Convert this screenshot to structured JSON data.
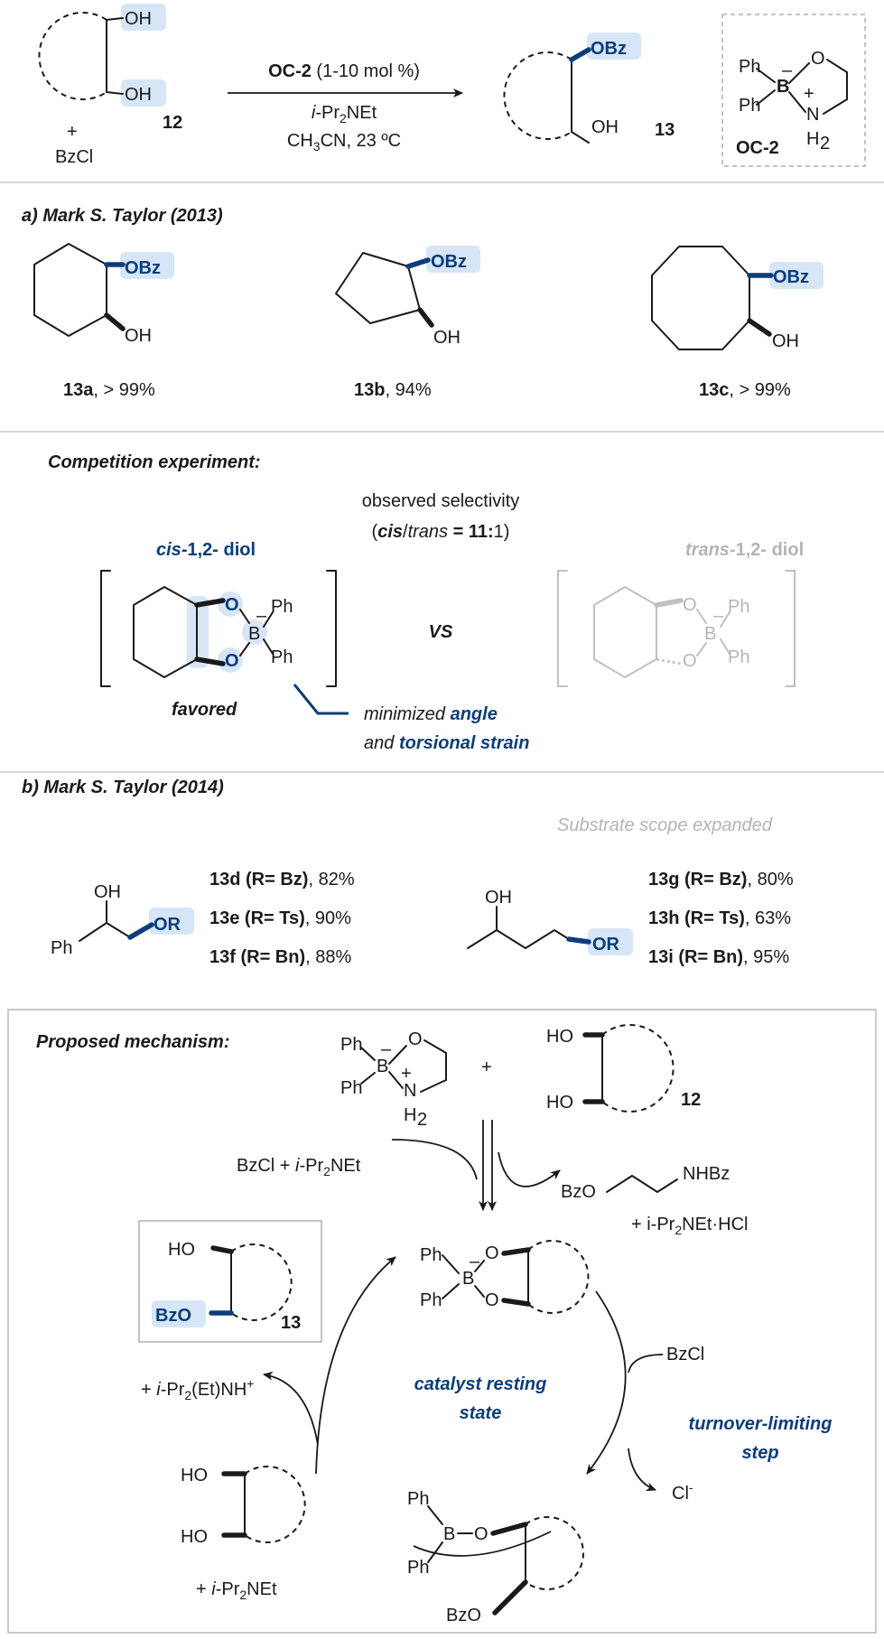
{
  "colors": {
    "accent": "#0b3d7a",
    "highlight": "#d6e6f7",
    "faded": "#b4b4b4"
  },
  "top": {
    "oh1": "OH",
    "oh2": "OH",
    "num12": "12",
    "plus": "+",
    "bzcl": "BzCl",
    "cat_label": "OC-2",
    "cat_loading": " (1-10 mol %)",
    "base_i": "i",
    "base_rest": "-Pr",
    "base_sub": "2",
    "base_end": "NEt",
    "solvent_a": "CH",
    "solvent_sub": "3",
    "solvent_b": "CN, 23 ºC",
    "obz": "OBz",
    "oh_prod": "OH",
    "num13": "13",
    "oc2_ph1": "Ph",
    "oc2_ph2": "Ph",
    "oc2_b": "B",
    "oc2_minus": "–",
    "oc2_o": "O",
    "oc2_n": "N",
    "oc2_plus": "+",
    "oc2_h": "H",
    "oc2_hsub": "2",
    "oc2_label": "OC-2"
  },
  "section_a": {
    "title": "a) Mark S. Taylor (2013)",
    "items": [
      {
        "label": "13a",
        "yield": ", > 99%",
        "obz": "OBz",
        "oh": "OH"
      },
      {
        "label": "13b",
        "yield": ", 94%",
        "obz": "OBz",
        "oh": "OH"
      },
      {
        "label": "13c",
        "yield": ", > 99%",
        "obz": "OBz",
        "oh": "OH"
      }
    ]
  },
  "competition": {
    "title": "Competition experiment:",
    "observed": "observed selectivity",
    "ratio_open": "(",
    "ratio_cis": "cis",
    "ratio_slash": "/",
    "ratio_trans": "trans",
    "ratio_eq": " = ",
    "ratio_val": "11:",
    "ratio_close": "1)",
    "cis_it": "cis",
    "cis_rest": "-1,2- diol",
    "trans_it": "trans",
    "trans_rest": "-1,2- diol",
    "vs": "VS",
    "favored": "favored",
    "note1_a": "minimized ",
    "note1_b": "angle",
    "note2_a": "and ",
    "note2_b": "torsional strain",
    "o": "O",
    "b": "B",
    "minus": "–",
    "ph": "Ph"
  },
  "section_b": {
    "title": "b) Mark S. Taylor (2014)",
    "subtitle": "Substrate scope expanded",
    "oh": "OH",
    "ph": "Ph",
    "or": "OR",
    "left": [
      {
        "code": "13d (R= Bz)",
        "yield": ", 82%"
      },
      {
        "code": "13e (R= Ts)",
        "yield": ", 90%"
      },
      {
        "code": "13f (R= Bn)",
        "yield": ", 88%"
      }
    ],
    "right": [
      {
        "code": "13g (R= Bz)",
        "yield": ", 80%"
      },
      {
        "code": "13h (R= Ts)",
        "yield": ", 63%"
      },
      {
        "code": "13i (R= Bn)",
        "yield": ", 95%"
      }
    ]
  },
  "mechanism": {
    "title": "Proposed mechanism:",
    "ph": "Ph",
    "b": "B",
    "o": "O",
    "n": "N",
    "h": "H",
    "hsub": "2",
    "minus": "–",
    "plusc": "+",
    "plus": "+",
    "ho": "HO",
    "num12": "12",
    "num13": "13",
    "bzo": "BzO",
    "reagent_a": "BzCl + ",
    "reagent_i": "i",
    "reagent_b": "-Pr",
    "reagent_sub": "2",
    "reagent_c": "NEt",
    "byprod1": "BzO",
    "byprod1b": "NHBz",
    "byprod2_a": "+ i-Pr",
    "byprod2_sub": "2",
    "byprod2_b": "NEt·HCl",
    "resting1": "catalyst resting",
    "resting2": "state",
    "tls1": "turnover-limiting",
    "tls2": "step",
    "bzcl": "BzCl",
    "cl": "Cl",
    "clminus": "-",
    "amm_a": "+ ",
    "amm_i": "i",
    "amm_b": "-Pr",
    "amm_sub": "2",
    "amm_c": "(Et)NH",
    "amm_sup": "+",
    "base_a": "+ ",
    "base_i": "i",
    "base_b": "-Pr",
    "base_sub": "2",
    "base_c": "NEt"
  }
}
